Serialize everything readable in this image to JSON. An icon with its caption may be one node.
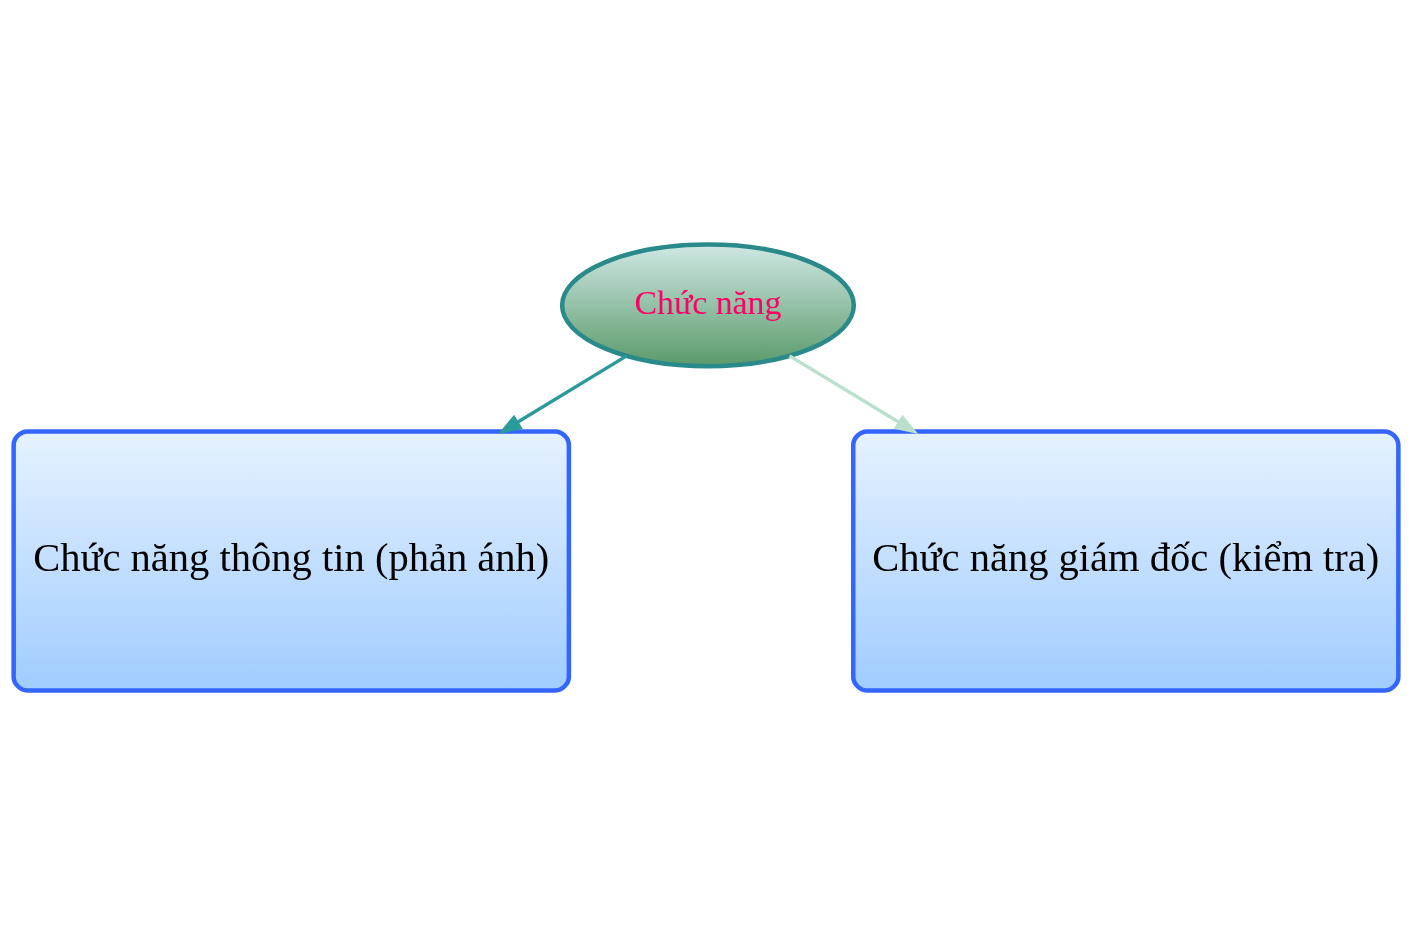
{
  "diagram": {
    "nodes": [
      {
        "text": [
          "Chức năng"
        ]
      },
      {
        "text": [
          "Chức năng thông tin (phản ánh)"
        ]
      },
      {
        "text": [
          "Chức năng giám đốc (kiểm tra)"
        ]
      }
    ],
    "edges": [
      {
        "from": 0,
        "to": 1,
        "arrow": "to"
      },
      {
        "from": 0,
        "to": 2,
        "arrow": "to",
        "color": "#b8e0cc"
      }
    ]
  }
}
